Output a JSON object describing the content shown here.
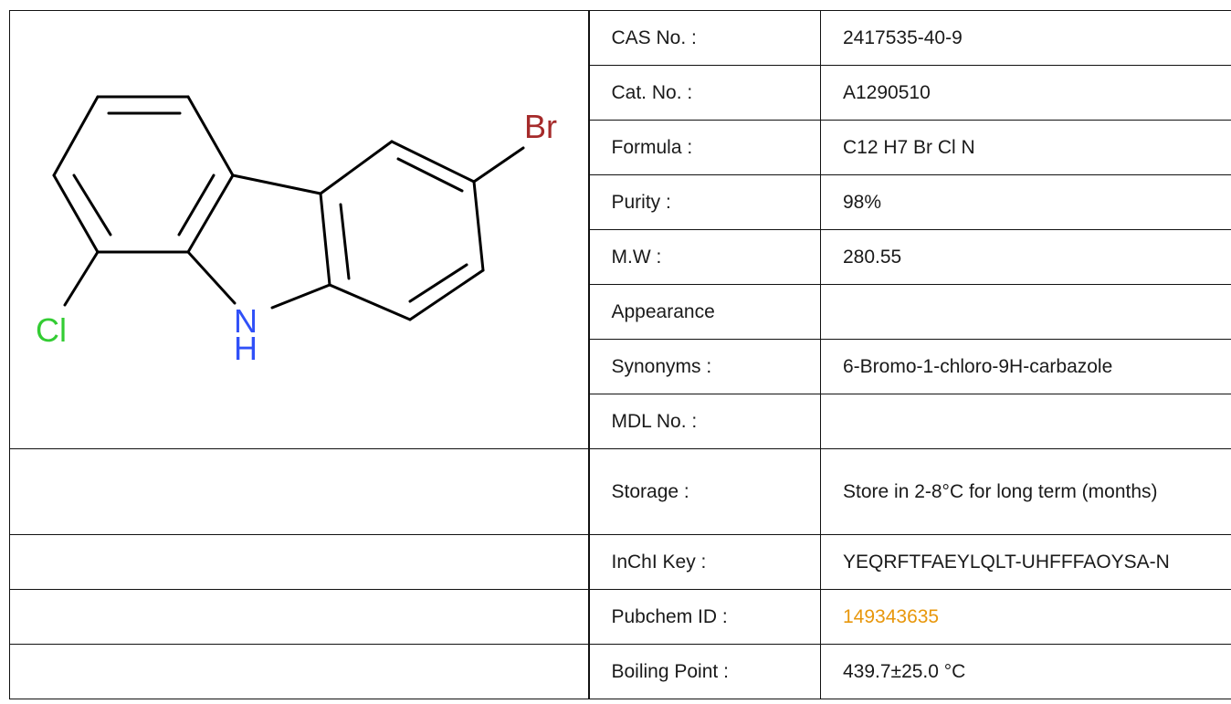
{
  "molecule": {
    "atoms": {
      "br": "Br",
      "cl": "Cl",
      "n": "N",
      "h": "H"
    },
    "colors": {
      "br": "#a52a2a",
      "cl": "#33cc33",
      "n": "#3050f8",
      "bond": "#000000"
    }
  },
  "properties": [
    {
      "label": "CAS No. :",
      "value": "2417535-40-9"
    },
    {
      "label": "Cat. No. :",
      "value": "A1290510"
    },
    {
      "label": "Formula :",
      "value": "C12 H7 Br Cl N"
    },
    {
      "label": "Purity :",
      "value": "98%"
    },
    {
      "label": "M.W :",
      "value": "280.55"
    },
    {
      "label": "Appearance",
      "value": ""
    },
    {
      "label": "Synonyms :",
      "value": "6-Bromo-1-chloro-9H-carbazole"
    },
    {
      "label": "MDL No. :",
      "value": ""
    }
  ],
  "extra_properties": [
    {
      "label": "Storage :",
      "value": "Store in 2-8°C for long term (months)"
    },
    {
      "label": "InChI Key :",
      "value": "YEQRFTFAEYLQLT-UHFFFAOYSA-N"
    },
    {
      "label": "Pubchem ID :",
      "value": "149343635",
      "link_color": "#e8970c"
    },
    {
      "label": "Boiling Point :",
      "value": "439.7±25.0 °C"
    }
  ]
}
